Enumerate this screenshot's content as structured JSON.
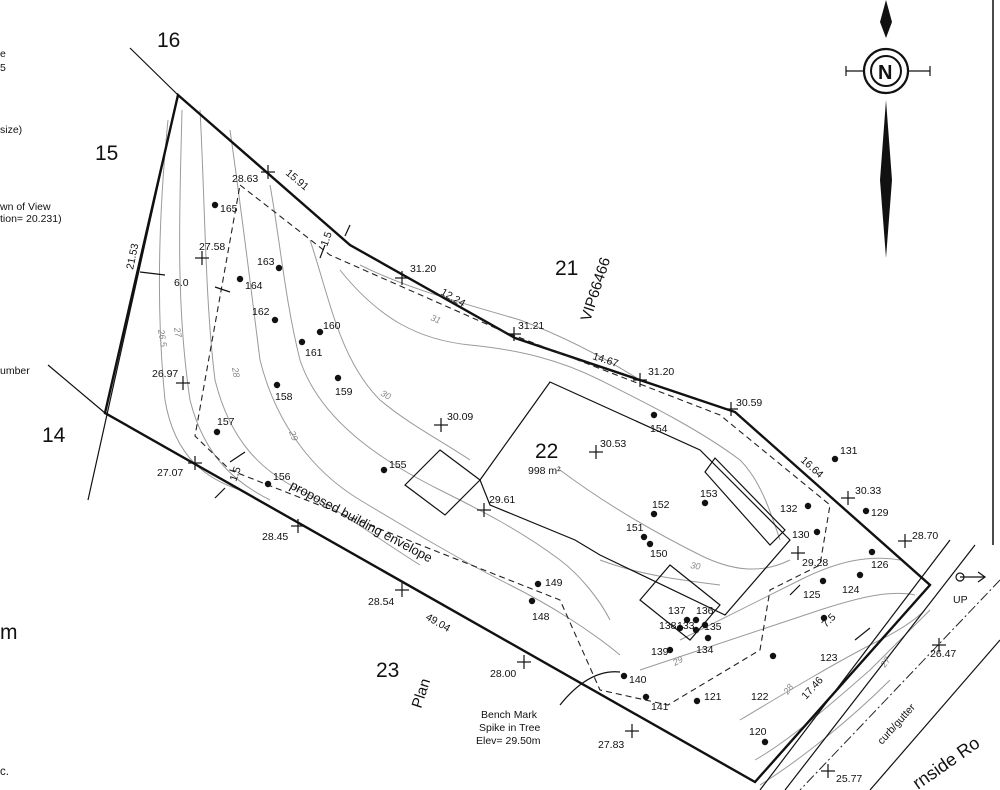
{
  "edge_fragments": [
    {
      "text": "e"
    },
    {
      "text": "5"
    },
    {
      "text": "size)"
    },
    {
      "text": "wn of View"
    },
    {
      "text": "tion= 20.231)"
    },
    {
      "text": "umber"
    },
    {
      "text": "m"
    },
    {
      "text": "c."
    }
  ],
  "lots": [
    {
      "text": "16"
    },
    {
      "text": "15"
    },
    {
      "text": "14"
    },
    {
      "text": "21"
    },
    {
      "text": "23"
    }
  ],
  "subject_lot": {
    "number": "22",
    "area": "998 m²"
  },
  "plan_reference": "VIP66466",
  "plan_word": "Plan",
  "road_name": "rnside Ro",
  "curb_label": "curb/gutter",
  "up_label": "UP",
  "envelope_label": "proposed building envelope",
  "bench_mark": {
    "line1": "Bench Mark",
    "line2": "Spike in Tree",
    "line3": "Elev= 29.50m"
  },
  "compass_label": "N",
  "boundary_dims": [
    {
      "text": "15.91"
    },
    {
      "text": "12.24"
    },
    {
      "text": "14.67"
    },
    {
      "text": "16.64"
    },
    {
      "text": "17.46"
    },
    {
      "text": "49.04"
    },
    {
      "text": "21.53"
    }
  ],
  "setbacks": [
    {
      "text": "6.0"
    },
    {
      "text": "1.5"
    },
    {
      "text": "1.5"
    },
    {
      "text": "7.5"
    }
  ],
  "elevations": [
    {
      "text": "28.63"
    },
    {
      "text": "27.58"
    },
    {
      "text": "31.20"
    },
    {
      "text": "31.21"
    },
    {
      "text": "31.20"
    },
    {
      "text": "30.59"
    },
    {
      "text": "30.33"
    },
    {
      "text": "28.70"
    },
    {
      "text": "29.28"
    },
    {
      "text": "26.47"
    },
    {
      "text": "25.77"
    },
    {
      "text": "27.83"
    },
    {
      "text": "28.00"
    },
    {
      "text": "28.54"
    },
    {
      "text": "28.45"
    },
    {
      "text": "27.07"
    },
    {
      "text": "26.97"
    },
    {
      "text": "30.09"
    },
    {
      "text": "30.53"
    },
    {
      "text": "29.61"
    }
  ],
  "contour_labels": [
    {
      "text": "26.5"
    },
    {
      "text": "27"
    },
    {
      "text": "28"
    },
    {
      "text": "29"
    },
    {
      "text": "30"
    },
    {
      "text": "31"
    },
    {
      "text": "30"
    },
    {
      "text": "29"
    },
    {
      "text": "28"
    },
    {
      "text": "27"
    }
  ],
  "survey_points": [
    {
      "text": "165"
    },
    {
      "text": "164"
    },
    {
      "text": "163"
    },
    {
      "text": "162"
    },
    {
      "text": "161"
    },
    {
      "text": "160"
    },
    {
      "text": "159"
    },
    {
      "text": "158"
    },
    {
      "text": "157"
    },
    {
      "text": "156"
    },
    {
      "text": "155"
    },
    {
      "text": "154"
    },
    {
      "text": "153"
    },
    {
      "text": "152"
    },
    {
      "text": "151"
    },
    {
      "text": "150"
    },
    {
      "text": "149"
    },
    {
      "text": "148"
    },
    {
      "text": "140"
    },
    {
      "text": "141"
    },
    {
      "text": "139"
    },
    {
      "text": "138"
    },
    {
      "text": "137"
    },
    {
      "text": "136"
    },
    {
      "text": "135"
    },
    {
      "text": "134"
    },
    {
      "text": "133"
    },
    {
      "text": "132"
    },
    {
      "text": "131"
    },
    {
      "text": "130"
    },
    {
      "text": "129"
    },
    {
      "text": "126"
    },
    {
      "text": "125"
    },
    {
      "text": "124"
    },
    {
      "text": "123"
    },
    {
      "text": "122"
    },
    {
      "text": "121"
    },
    {
      "text": "120"
    }
  ]
}
